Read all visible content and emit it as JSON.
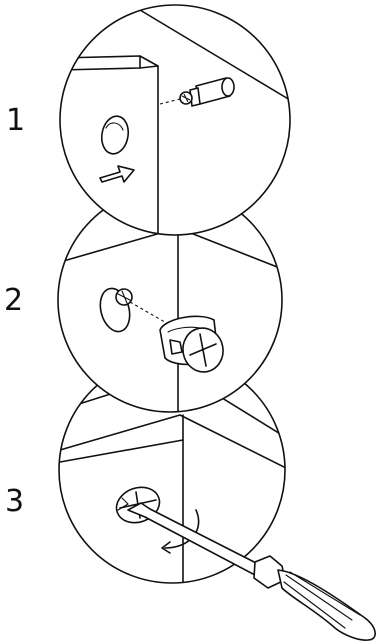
{
  "steps": [
    {
      "number": "1"
    },
    {
      "number": "2"
    },
    {
      "number": "3"
    }
  ],
  "icons": [
    "arrow-icon",
    "cam-lock-icon",
    "dowel-pin-icon",
    "screwdriver-icon",
    "rotation-arrow-icon"
  ]
}
